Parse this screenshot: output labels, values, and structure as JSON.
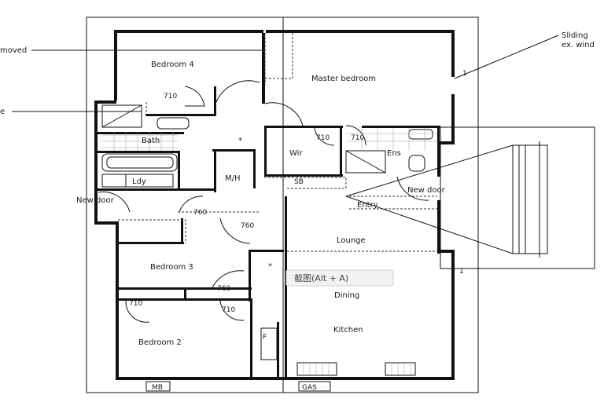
{
  "callouts": {
    "removed": "moved",
    "bath_fixture": "e",
    "sliding_line1": "Sliding",
    "sliding_line2": "ex. wind"
  },
  "rooms": {
    "bedroom4": "Bedroom 4",
    "master": "Master bedroom",
    "bath": "Bath",
    "laundry": "Ldy",
    "wir": "Wir",
    "ens": "Ens",
    "mh": "M/H",
    "sb": "SB",
    "entry": "Entry",
    "new_door_right": "New door",
    "new_door_left": "New door",
    "lounge": "Lounge",
    "bedroom3": "Bedroom 3",
    "dining": "Dining",
    "kitchen": "Kitchen",
    "bedroom2": "Bedroom 2",
    "fridge": "F",
    "mb": "MB",
    "gas": "GAS"
  },
  "doors": {
    "d_bed4": "710",
    "d_wir": "710",
    "d_ens": "710",
    "d_hall": "760",
    "d_bed3a": "760",
    "d_bed3b": "760",
    "d_bed2a": "710",
    "d_bed2b": "710"
  },
  "marks": {
    "star1": "*",
    "star2": "*",
    "arrow_top": "1",
    "arrow_bottom": "1"
  },
  "tooltip": {
    "text": "截图(Alt + A)"
  }
}
